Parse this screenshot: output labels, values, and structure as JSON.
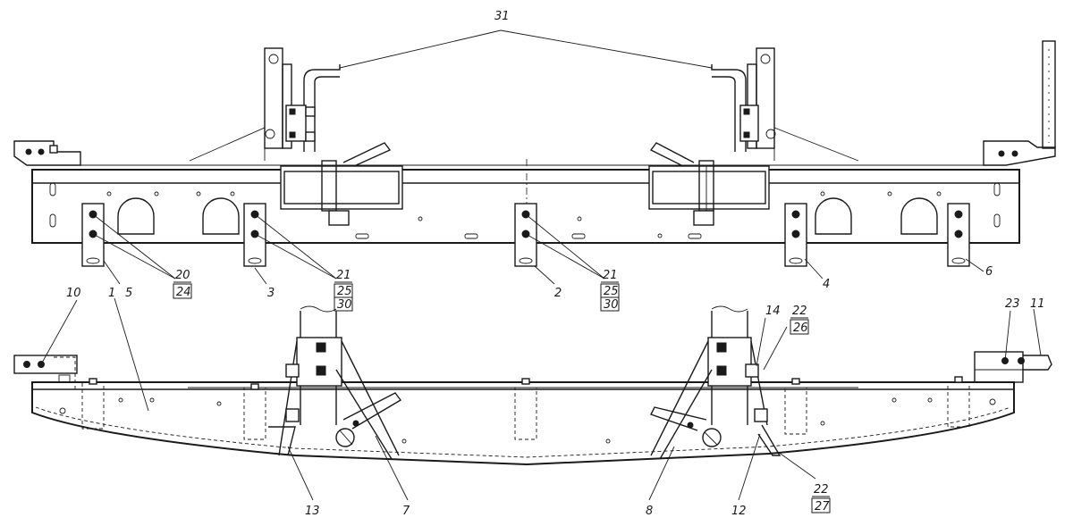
{
  "callouts": {
    "c31": "31",
    "c1": "1",
    "c5": "5",
    "c3": "3",
    "c2": "2",
    "c4": "4",
    "c6": "6",
    "c20": "20",
    "c24": "24",
    "c21a": "21",
    "c25a": "25",
    "c30a": "30",
    "c21b": "21",
    "c25b": "25",
    "c30b": "30",
    "c10": "10",
    "c14": "14",
    "c22a": "22",
    "c26": "26",
    "c23": "23",
    "c11": "11",
    "c13": "13",
    "c7": "7",
    "c8": "8",
    "c12": "12",
    "c22b": "22",
    "c27": "27"
  }
}
